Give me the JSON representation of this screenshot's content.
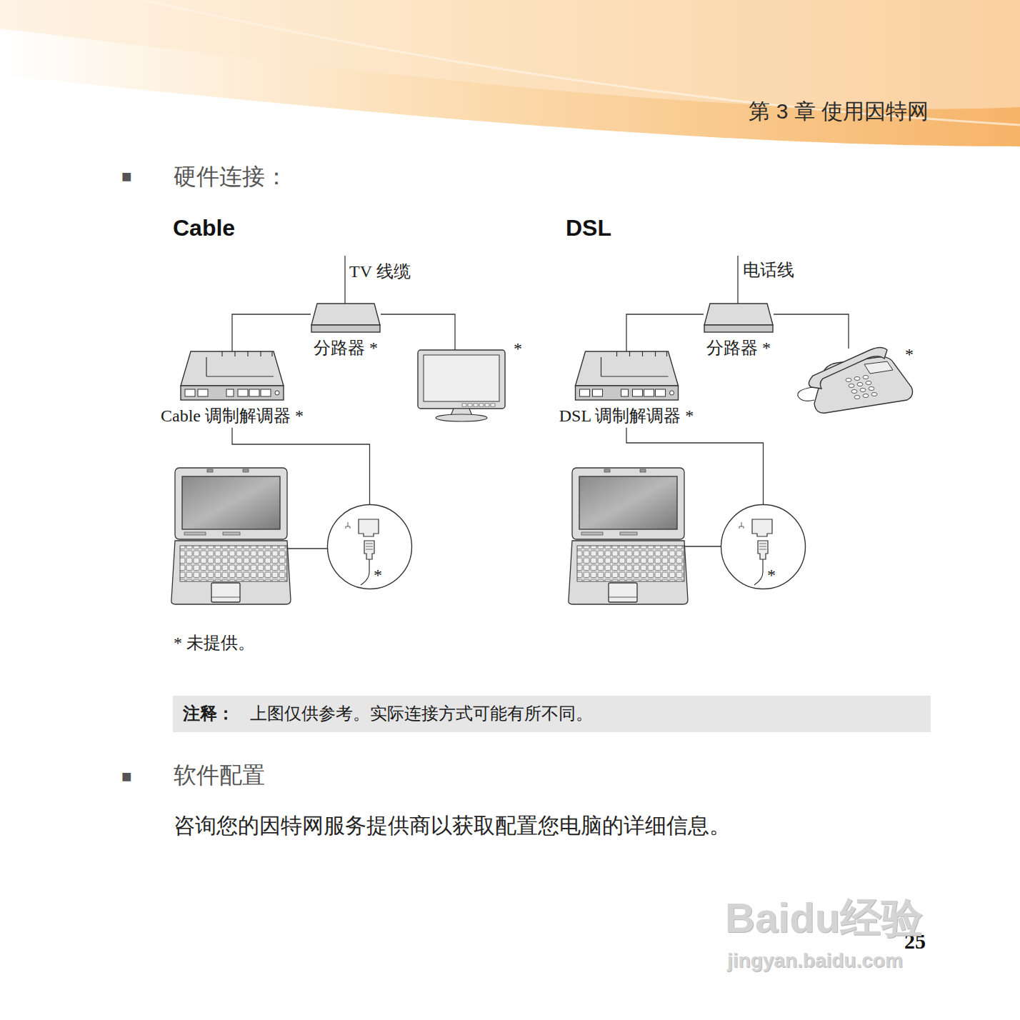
{
  "diagram": {
    "nodes": [
      {
        "text": [
          "分路器 *"
        ]
      },
      {
        "text": [
          "Cable 调制解调器 *"
        ]
      },
      {
        "text": [
          "*"
        ]
      },
      {
        "text": [
          "*"
        ]
      },
      {
        "text": [
          "分路器 *"
        ]
      },
      {
        "text": [
          "DSL 调制解调器 *"
        ]
      },
      {
        "text": [
          "*"
        ]
      },
      {
        "text": [
          "*"
        ]
      },
      {
        "text": [
          "注释：",
          "上图仅供参考。实际连接方式可能有所不同。"
        ]
      }
    ],
    "edges": [
      {
        "from": 0,
        "to": 1,
        "arrow": "none"
      },
      {
        "from": 0,
        "to": 2,
        "arrow": "none"
      },
      {
        "from": 1,
        "to": 3,
        "arrow": "none"
      },
      {
        "from": 4,
        "to": 5,
        "arrow": "none"
      },
      {
        "from": 4,
        "to": 6,
        "arrow": "none"
      },
      {
        "from": 5,
        "to": 7,
        "arrow": "none"
      }
    ],
    "labels": [
      "第 3 章 使用因特网",
      "■",
      "硬件连接：",
      "Cable",
      "DSL",
      "TV 线缆",
      "电话线",
      "* 未提供。",
      "■",
      "软件配置",
      "咨询您的因特网服务提供商以获取配置您电脑的详细信息。",
      "25",
      "Baidu经验",
      "jingyan.baidu.com"
    ]
  }
}
